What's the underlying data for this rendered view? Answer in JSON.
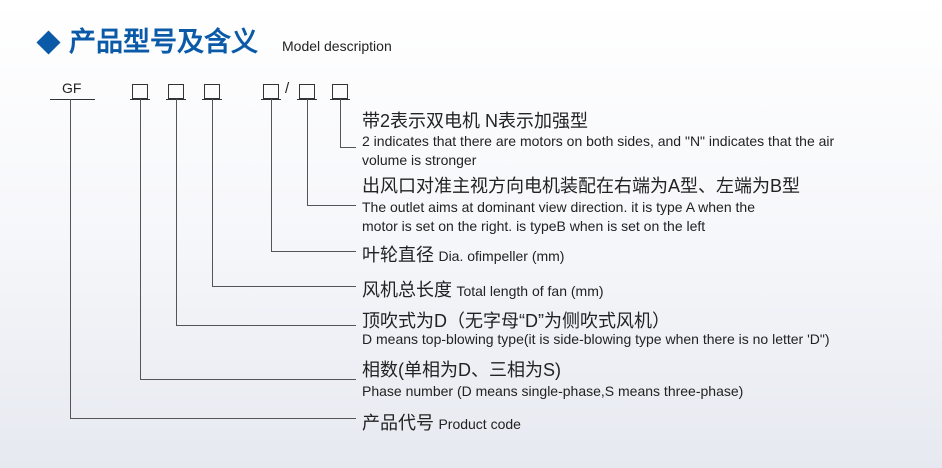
{
  "title": {
    "zh": "产品型号及含义",
    "en": "Model description",
    "icon": "diamond-icon",
    "color": "#0a5aa8"
  },
  "code": {
    "prefix": "GF",
    "separator": "/"
  },
  "items": [
    {
      "zh": "带2表示双电机 N表示加强型",
      "en1": "2 indicates that there are motors on both sides, and \"N\" indicates that the air",
      "en2": "volume is stronger"
    },
    {
      "zh": "出风口对准主视方向电机装配在右端为A型、左端为B型",
      "en1": "The outlet aims at dominant view direction. it is type A when the",
      "en2": " motor is set on the right. is typeB when is set on the left"
    },
    {
      "zh": "叶轮直径",
      "en": "Dia. ofimpeller (mm)"
    },
    {
      "zh": "风机总长度",
      "en": "Total length of fan (mm)"
    },
    {
      "zh": "顶吹式为D（无字母“D”为侧吹式风机）",
      "en1": "D means top-blowing type(it is side-blowing type when there is no letter 'D\")"
    },
    {
      "zh": "相数(单相为D、三相为S)",
      "en1": "Phase number (D means single-phase,S means three-phase)"
    },
    {
      "zh": "产品代号",
      "en": "Product code"
    }
  ]
}
